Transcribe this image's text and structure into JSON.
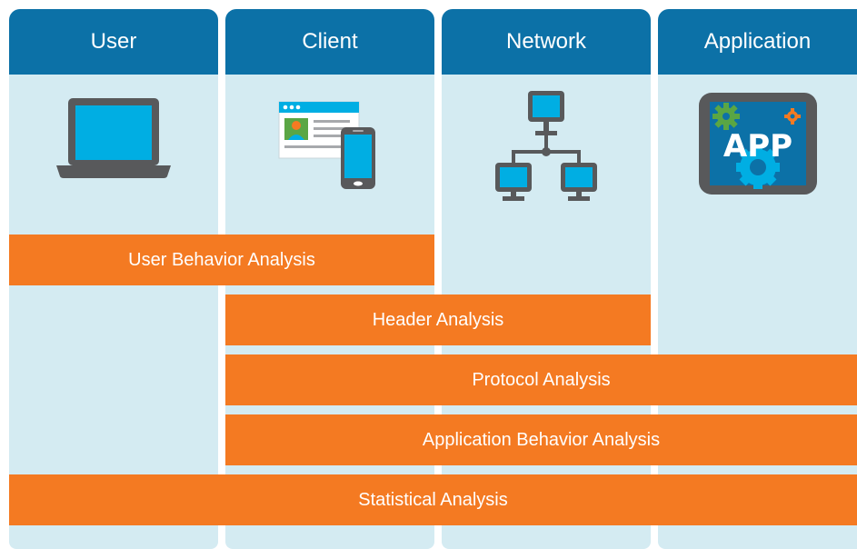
{
  "columns": [
    {
      "label": "User",
      "icon": "laptop-icon"
    },
    {
      "label": "Client",
      "icon": "browser-and-phone-icon"
    },
    {
      "label": "Network",
      "icon": "network-topology-icon"
    },
    {
      "label": "Application",
      "icon": "app-gear-icon"
    }
  ],
  "app_icon_text": "APP",
  "bars": [
    {
      "label": "User Behavior Analysis"
    },
    {
      "label": "Header Analysis"
    },
    {
      "label": "Protocol Analysis"
    },
    {
      "label": "Application Behavior Analysis"
    },
    {
      "label": "Statistical Analysis"
    }
  ],
  "colors": {
    "header_blue": "#0c71a7",
    "column_bg": "#d4ebf2",
    "bar_orange": "#f47a22",
    "icon_cyan": "#00aee3",
    "icon_gray": "#58595b",
    "gear_green": "#5aa644"
  }
}
